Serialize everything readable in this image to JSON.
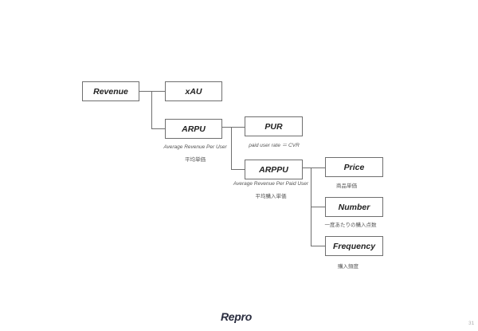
{
  "diagram": {
    "nodes": {
      "revenue": {
        "label": "Revenue"
      },
      "xau": {
        "label": "xAU"
      },
      "arpu": {
        "label": "ARPU",
        "caption_en": "Average Revenue Per User",
        "caption_ja": "平均単価"
      },
      "pur": {
        "label": "PUR",
        "caption_en": "paid user rate ＝ CVR"
      },
      "arppu": {
        "label": "ARPPU",
        "caption_en": "Average Revenue Per Paid User",
        "caption_ja": "平均購入単価"
      },
      "price": {
        "label": "Price",
        "caption_ja": "商品単価"
      },
      "number": {
        "label": "Number",
        "caption_ja": "一度あたりの購入点数"
      },
      "frequency": {
        "label": "Frequency",
        "caption_ja": "購入頻度"
      }
    },
    "edges": [
      [
        "Revenue",
        "xAU"
      ],
      [
        "Revenue",
        "ARPU"
      ],
      [
        "ARPU",
        "PUR"
      ],
      [
        "ARPU",
        "ARPPU"
      ],
      [
        "ARPPU",
        "Price"
      ],
      [
        "ARPPU",
        "Number"
      ],
      [
        "ARPPU",
        "Frequency"
      ]
    ]
  },
  "footer": {
    "logo": "Repro",
    "page_number": "31"
  }
}
